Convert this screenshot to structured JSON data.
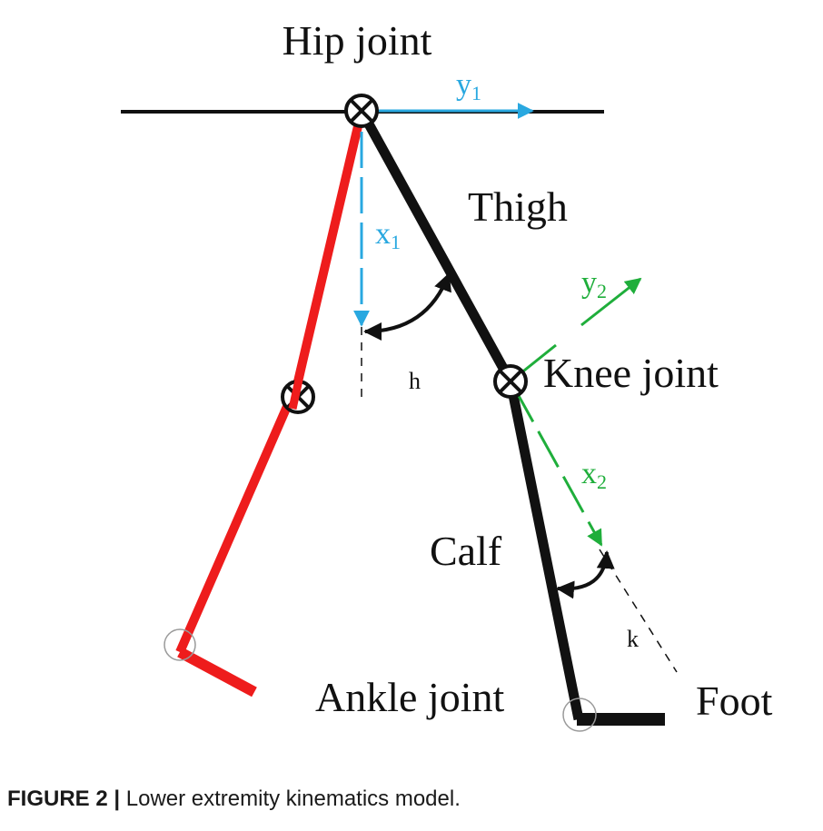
{
  "labels": {
    "hip_joint": "Hip joint",
    "thigh": "Thigh",
    "knee_joint": "Knee joint",
    "calf": "Calf",
    "ankle_joint": "Ankle joint",
    "foot": "Foot",
    "angle_h": "h",
    "angle_k": "k"
  },
  "axes": {
    "y1": {
      "base": "y",
      "sub": "1"
    },
    "x1": {
      "base": "x",
      "sub": "1"
    },
    "y2": {
      "base": "y",
      "sub": "2"
    },
    "x2": {
      "base": "x",
      "sub": "2"
    }
  },
  "caption": {
    "label": "FIGURE 2 |",
    "text": " Lower extremity kinematics model."
  },
  "colors": {
    "leg_main": "#111111",
    "leg_other": "#ee1c1c",
    "axis_frame_1": "#29a8e0",
    "axis_frame_2": "#1fae3b",
    "ground_line": "#111111",
    "joint_marker_faint": "#9a9a9a"
  }
}
